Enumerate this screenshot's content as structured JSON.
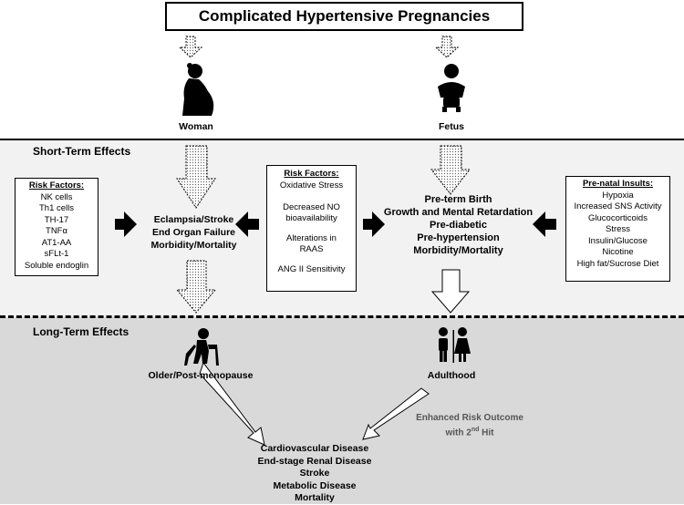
{
  "title": "Complicated Hypertensive Pregnancies",
  "subjects": {
    "woman": "Woman",
    "fetus": "Fetus"
  },
  "sections": {
    "short_term": "Short-Term Effects",
    "long_term": "Long-Term Effects"
  },
  "risk_factors_left": {
    "header": "Risk Factors:",
    "items": [
      "NK cells",
      "Th1 cells",
      "TH-17",
      "TNFα",
      "AT1-AA",
      "sFLt-1",
      "Soluble endoglin"
    ]
  },
  "maternal_effects": [
    "Eclampsia/Stroke",
    "End Organ Failure",
    "Morbidity/Mortality"
  ],
  "risk_factors_center": {
    "header": "Risk Factors:",
    "items": [
      "Oxidative Stress",
      "Decreased NO bioavailability",
      "Alterations in RAAS",
      "ANG II Sensitivity"
    ]
  },
  "fetal_effects": [
    "Pre-term Birth",
    "Growth and Mental Retardation",
    "Pre-diabetic",
    "Pre-hypertension",
    "Morbidity/Mortality"
  ],
  "prenatal_insults": {
    "header": "Pre-natal Insults:",
    "items": [
      "Hypoxia",
      "Increased SNS Activity",
      "Glucocorticoids",
      "Stress",
      "Insulin/Glucose",
      "Nicotine",
      "High fat/Sucrose Diet"
    ]
  },
  "long_term": {
    "woman_label": "Older/Post-menopause",
    "fetus_label": "Adulthood",
    "note_line1": "Enhanced Risk Outcome",
    "note_line2_prefix": "with 2",
    "note_sup": "nd",
    "note_line2_suffix": " Hit",
    "outcomes": [
      "Cardiovascular Disease",
      "End-stage Renal Disease",
      "Stroke",
      "Metabolic Disease",
      "Mortality"
    ]
  },
  "icons": {
    "woman": "pregnant-woman-icon",
    "fetus": "baby-icon",
    "elderly": "elderly-walker-icon",
    "adults": "man-woman-icon"
  },
  "colors": {
    "short_band": "#f2f2f2",
    "long_band": "#d9d9d9",
    "note_text": "#555555"
  }
}
